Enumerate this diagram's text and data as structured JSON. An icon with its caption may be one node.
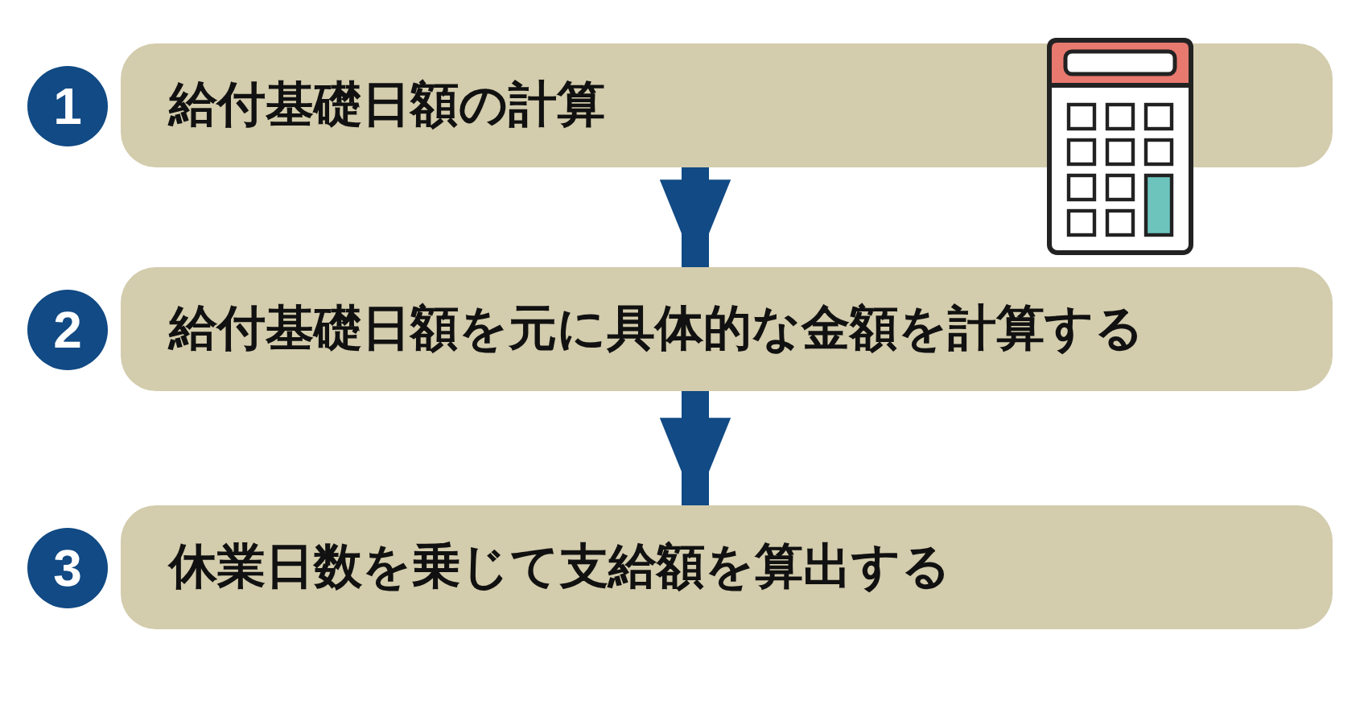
{
  "diagram": {
    "nodes": [
      {
        "text": [
          "給付基礎日額の計算"
        ],
        "beside": [
          "1"
        ]
      },
      {
        "text": [
          "給付基礎日額を元に具体的な金額を計算する"
        ],
        "beside": [
          "2"
        ]
      },
      {
        "text": [
          "休業日数を乗じて支給額を算出する"
        ],
        "beside": [
          "3"
        ]
      }
    ],
    "edges": [
      {
        "from": 0,
        "to": 1,
        "arrow": "to"
      },
      {
        "from": 1,
        "to": 2,
        "arrow": "to"
      }
    ]
  }
}
